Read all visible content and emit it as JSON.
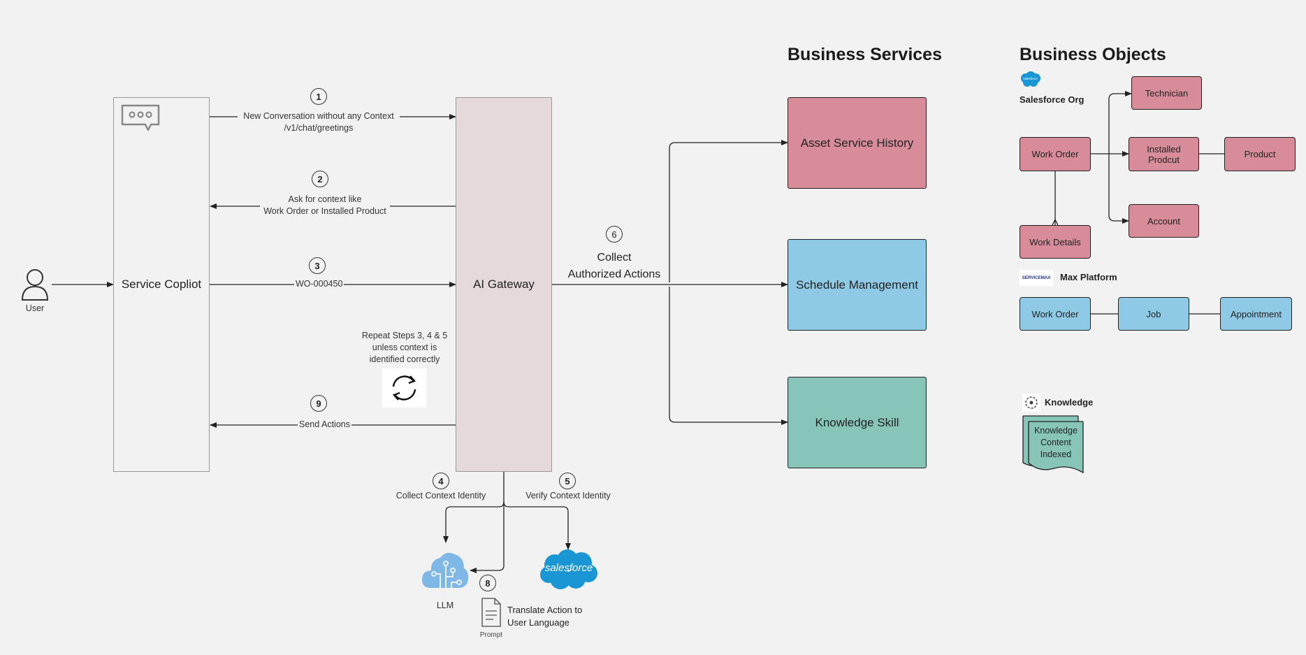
{
  "headers": {
    "business_services": "Business Services",
    "business_objects": "Business Objects"
  },
  "user": {
    "label": "User"
  },
  "copilot": {
    "label": "Service Copliot"
  },
  "gateway": {
    "label": "AI Gateway"
  },
  "steps": {
    "s1": {
      "num": "1",
      "line1": "New Conversation without any Context",
      "line2": "/v1/chat/greetings"
    },
    "s2": {
      "num": "2",
      "line1": "Ask for context like",
      "line2": "Work Order or Installed Product"
    },
    "s3": {
      "num": "3",
      "line1": "WO-000450"
    },
    "repeat": {
      "line1": "Repeat Steps 3, 4 & 5",
      "line2": "unless context is",
      "line3": "identified correctly"
    },
    "s9": {
      "num": "9",
      "line1": "Send Actions"
    },
    "s4": {
      "num": "4",
      "line1": "Collect Context Identity"
    },
    "s5": {
      "num": "5",
      "line1": "Verify Context Identity"
    },
    "s6": {
      "num": "6",
      "line1": "Collect",
      "line2": "Authorized Actions"
    },
    "s8": {
      "num": "8",
      "line1": "Translate Action to",
      "line2": "User Language"
    }
  },
  "llm": {
    "label": "LLM"
  },
  "prompt": {
    "label": "Prompt"
  },
  "salesforce_logo": {
    "text": "salesforce",
    "small_text": "salesforce"
  },
  "services": {
    "asset": "Asset Service History",
    "schedule": "Schedule Management",
    "knowledge": "Knowledge Skill"
  },
  "objects": {
    "salesforce_org": "Salesforce Org",
    "technician": "Technician",
    "work_order": "Work Order",
    "installed_product_l1": "Installed",
    "installed_product_l2": "Prodcut",
    "product": "Product",
    "account": "Account",
    "work_details": "Work Details",
    "max_platform": "Max Platform",
    "servicemax_logo": "SERVICEMAX",
    "max_work_order": "Work Order",
    "job": "Job",
    "appointment": "Appointment",
    "knowledge": "Knowledge",
    "kc_l1": "Knowledge",
    "kc_l2": "Content",
    "kc_l3": "Indexed"
  },
  "colors": {
    "pink": "#d88c9a",
    "blue": "#8ecae6",
    "teal": "#88c5b9",
    "gateway": "#e5d9d9",
    "salesforce_blue": "#1b96d4"
  }
}
